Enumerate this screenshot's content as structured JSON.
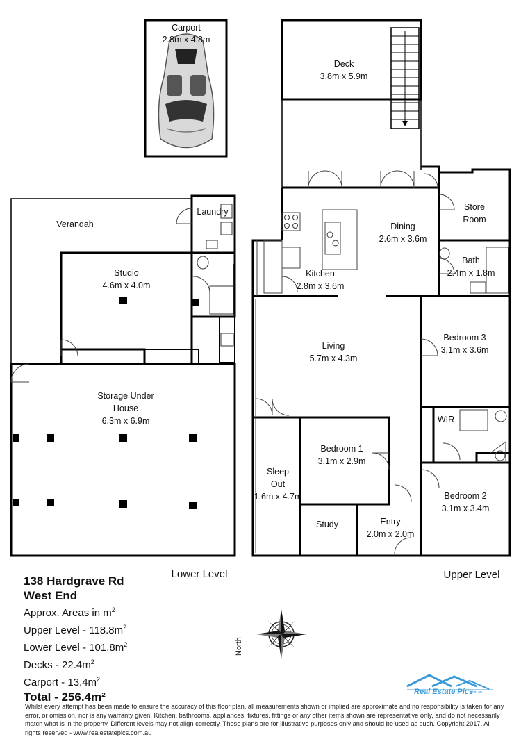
{
  "title": {
    "address_line1": "138 Hardgrave Rd",
    "address_line2": "West End"
  },
  "areas": {
    "heading": "Approx. Areas in m",
    "heading_sup": "2",
    "upper": "Upper Level - 118.8m",
    "lower": "Lower Level - 101.8m",
    "decks": "Decks - 22.4m",
    "carport": "Carport - 13.4m",
    "sup": "2",
    "total": "Total - 256.4m²"
  },
  "levels": {
    "lower": "Lower Level",
    "upper": "Upper Level"
  },
  "rooms": {
    "carport": {
      "name": "Carport",
      "size": "2.8m x 4.8m"
    },
    "deck": {
      "name": "Deck",
      "size": "3.8m x 5.9m"
    },
    "laundry": {
      "name": "Laundry"
    },
    "verandah": {
      "name": "Verandah"
    },
    "studio": {
      "name": "Studio",
      "size": "4.6m x 4.0m"
    },
    "storage": {
      "name1": "Storage Under",
      "name2": "House",
      "size": "6.3m x 6.9m"
    },
    "store_room": {
      "name1": "Store",
      "name2": "Room"
    },
    "dining": {
      "name": "Dining",
      "size": "2.6m x 3.6m"
    },
    "kitchen": {
      "name": "Kitchen",
      "size": "2.8m x 3.6m"
    },
    "bath": {
      "name": "Bath",
      "size": "2.4m x 1.8m"
    },
    "living": {
      "name": "Living",
      "size": "5.7m x 4.3m"
    },
    "bedroom3": {
      "name": "Bedroom 3",
      "size": "3.1m x 3.6m"
    },
    "wir": {
      "name": "WIR"
    },
    "bedroom1": {
      "name": "Bedroom 1",
      "size": "3.1m x 2.9m"
    },
    "sleep_out": {
      "name1": "Sleep",
      "name2": "Out",
      "size": "1.6m x 4.7m"
    },
    "bedroom2": {
      "name": "Bedroom 2",
      "size": "3.1m x 3.4m"
    },
    "study": {
      "name": "Study"
    },
    "entry": {
      "name": "Entry",
      "size": "2.0m x 2.0m"
    }
  },
  "compass": {
    "label": "North",
    "icon": "compass-rose-icon"
  },
  "logo": {
    "text": "Real Estate Pics",
    "sub": ".com.au"
  },
  "disclaimer": "Whilst every attempt has been made to ensure the accuracy of this floor plan, all measurements shown or implied are approximate and no responsibility is taken for any error, or omission, nor is any warranty given. Kitchen, bathrooms, appliances, fixtures, fittings or any other items shown are representative only, and do not necessarily match what is in the property. Different levels may not align correctly. These plans are for illustrative purposes only and should be used as such. Copyright 2017. All rights reserved - www.realestatepics.com.au",
  "colors": {
    "wall": "#000000",
    "thin_wall": "#444444",
    "logo_blue": "#3a9ad9"
  }
}
